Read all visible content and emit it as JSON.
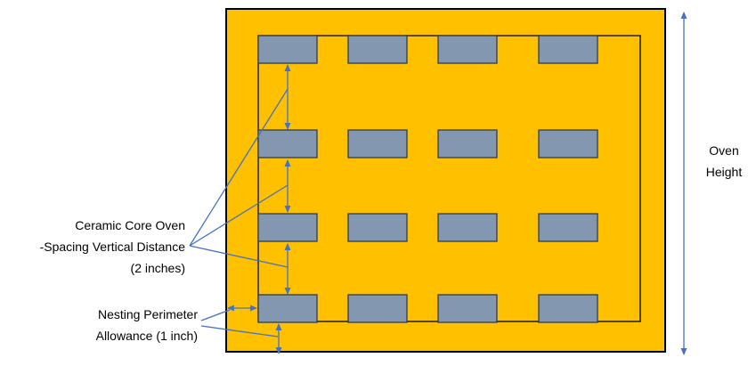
{
  "colors": {
    "oven_fill": "#FFC000",
    "oven_stroke": "#000000",
    "nesting_line": "#1F1F1F",
    "core_fill": "#8497B0",
    "core_stroke": "#2F3B4C",
    "arrow": "#4472C4",
    "text": "#000000"
  },
  "layout_grid": {
    "rows": 4,
    "columns": 4
  },
  "labels": {
    "core_spacing": {
      "line1": "Ceramic Core Oven",
      "line2": "-Spacing Vertical Distance",
      "line3": "(2 inches)"
    },
    "nesting": {
      "line1": "Nesting Perimeter",
      "line2": "Allowance (1 inch)"
    },
    "oven_height": {
      "line1": "Oven",
      "line2": "Height"
    }
  }
}
